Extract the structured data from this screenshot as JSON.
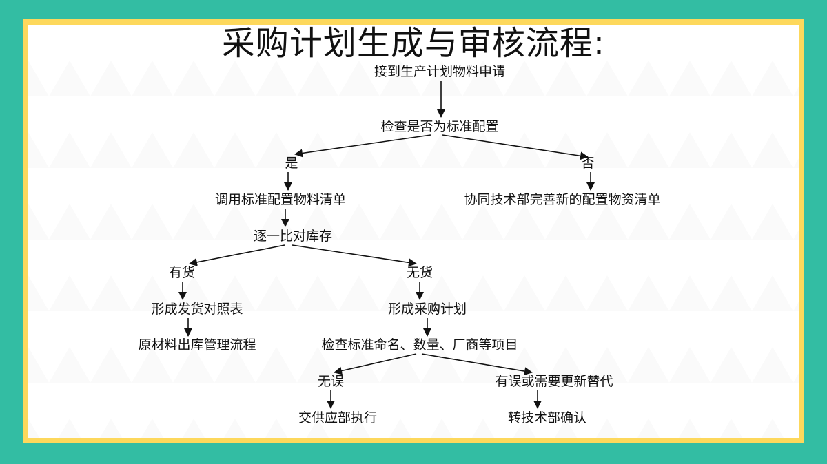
{
  "title": "采购计划生成与审核流程:",
  "nodes": {
    "n1": "接到生产计划物料申请",
    "n2": "检查是否为标准配置",
    "yes1": "是",
    "no1": "否",
    "n3": "调用标准配置物料清单",
    "n4": "协同技术部完善新的配置物资清单",
    "n5": "逐一比对库存",
    "have": "有货",
    "none": "无货",
    "n6": "形成发货对照表",
    "n7": "形成采购计划",
    "n8": "原材料出库管理流程",
    "n9": "检查标准命名、数量、厂商等项目",
    "ok": "无误",
    "err": "有误或需要更新替代",
    "n10": "交供应部执行",
    "n11": "转技术部确认"
  },
  "colors": {
    "background": "#33bda3",
    "frame": "#fdd85c",
    "slide": "#ffffff",
    "text": "#111111"
  }
}
